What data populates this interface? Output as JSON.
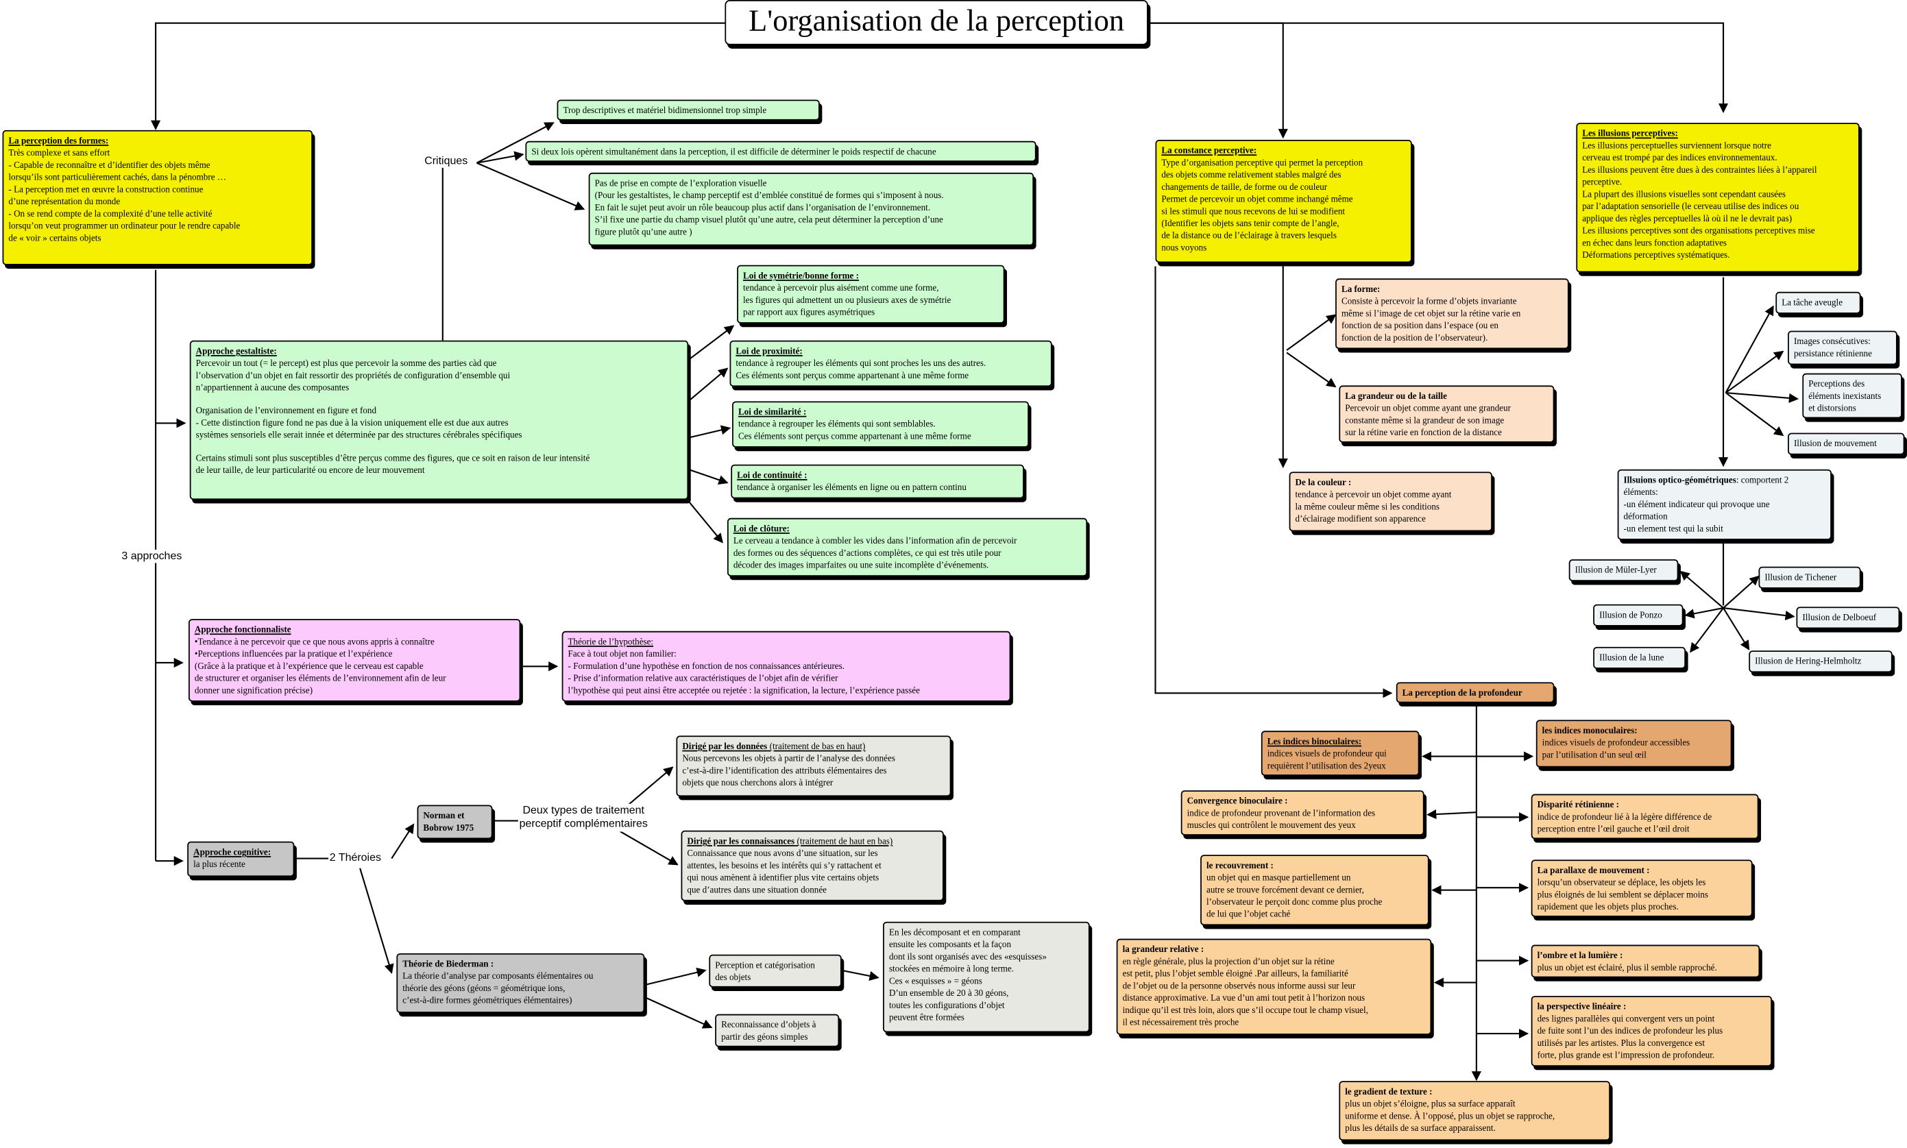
{
  "title": "L'organisation de la perception",
  "labels": {
    "trois_approches": "3 approches",
    "critiques": "Critiques",
    "deux_theories": "2 Théroies",
    "deux_types": [
      "Deux types de traitement",
      "perceptif complémentaires"
    ]
  },
  "formes": {
    "title": "La perception des formes:",
    "lines": [
      "Très complexe et sans effort",
      "-     Capable de reconnaître et d’identifier des objets même",
      "       lorsqu’ils sont particulièrement cachés, dans la pénombre …",
      "-     La perception met en œuvre la construction continue",
      "         d’une représentation du monde",
      "-     On se rend compte de la complexité d’une telle activité",
      "       lorsqu’on veut programmer un ordinateur pour le rendre capable",
      "       de « voir » certains objets"
    ]
  },
  "critiques": [
    {
      "lines": [
        "Trop descriptives et matériel bidimensionnel trop simple"
      ]
    },
    {
      "lines": [
        "Si deux lois opèrent simultanément dans la perception, il est difficile de déterminer le poids respectif de chacune"
      ]
    },
    {
      "lines": [
        " Pas de prise en compte de l’exploration visuelle",
        "(Pour les gestaltistes, le champ perceptif est d’emblée constitué de formes qui s’imposent à nous.",
        " En fait le sujet peut avoir un rôle beaucoup plus actif dans l’organisation de l’environnement.",
        " S’il fixe une partie du champ visuel plutôt qu’une autre, cela peut déterminer la perception d’une",
        " figure plutôt qu’une autre )"
      ]
    }
  ],
  "gestalt": {
    "title": "Approche gestaltiste:",
    "lines": [
      "Percevoir un tout (= le percept) est plus que percevoir la somme des parties càd que",
      "l’observation d’un objet en fait ressortir des propriétés de configuration d’ensemble qui",
      "n’appartiennent à aucune des composantes",
      "",
      "Organisation de l’environnement en figure et fond",
      "-     Cette distinction figure fond ne pas due à la vision uniquement elle est due aux autres",
      "       systèmes sensoriels elle serait innée et déterminée par des structures cérébrales spécifiques",
      "",
      "Certains stimuli sont plus susceptibles d’être perçus comme des figures, que ce soit en raison de leur intensité",
      "de leur taille, de leur particularité ou encore de leur mouvement"
    ]
  },
  "lois": [
    {
      "title": "Loi de symétrie/bonne forme :",
      "lines": [
        "tendance à percevoir plus aisément comme une forme,",
        "les figures qui admettent un ou plusieurs axes de symétrie",
        "par rapport aux figures asymétriques"
      ]
    },
    {
      "title": "Loi de proximité:",
      "lines": [
        "tendance à regrouper les éléments qui sont proches les uns des autres.",
        "Ces éléments sont perçus comme appartenant à une même forme"
      ]
    },
    {
      "title": "Loi de similarité :",
      "lines": [
        " tendance à regrouper les éléments qui sont semblables.",
        "Ces éléments sont perçus comme appartenant à une même forme"
      ]
    },
    {
      "title": "Loi de continuité :",
      "lines": [
        "tendance à organiser les éléments en ligne ou en pattern continu"
      ]
    },
    {
      "title": "Loi de clôture:",
      "lines": [
        "Le cerveau a tendance à combler les vides dans l’information afin de percevoir",
        " des formes ou des séquences d’actions complètes, ce qui est très utile pour",
        "décoder des images imparfaites ou une suite incomplète d’événements."
      ]
    }
  ],
  "fonctionnaliste": {
    "title": "Approche fonctionnaliste",
    "lines": [
      "•Tendance à ne percevoir que ce que nous avons appris à connaître",
      "•Perceptions influencées par la pratique et l’expérience",
      "  (Grâce à la pratique et à l’expérience que le cerveau est capable",
      "      de structurer et organiser les éléments de l’environnement afin de leur",
      "      donner une signification précise)"
    ]
  },
  "hypothese": {
    "title": "Théorie de l’hypothèse:",
    "lines": [
      "Face à tout objet non familier:",
      "- Formulation d’une hypothèse en fonction de nos connaissances antérieures.",
      "- Prise d’information relative aux caractéristiques de l’objet afin de vérifier",
      "    l’hypothèse qui peut ainsi être acceptée ou rejetée : la signification, la lecture, l’expérience passée"
    ]
  },
  "cognitive": {
    "title": "Approche cognitive:",
    "lines": [
      "la plus récente"
    ]
  },
  "norman": {
    "lines": [
      "Norman et",
      "Bobrow 1975"
    ]
  },
  "donnees": {
    "title": "Dirigé par les données",
    "note": "  (traitement de bas en haut)",
    "lines": [
      "Nous percevons les objets à partir de l’analyse des données",
      "c’est-à-dire l’identification des attributs élémentaires des",
      "objets que nous cherchons alors à intégrer"
    ]
  },
  "connaissances": {
    "title": "Dirigé par les connaissances",
    "note": " (traitement de haut en bas)",
    "lines": [
      "Connaissance que nous avons d’une situation, sur les",
      "attentes, les besoins et les intérêts qui s’y rattachent et",
      "qui nous amènent à identifier plus vite certains objets",
      "que d’autres dans une situation donnée"
    ]
  },
  "biederman": {
    "title": "Théorie de Biederman :",
    "lines": [
      "La théorie d’analyse par composants élémentaires ou",
      "théorie des géons (géons = géométrique ions,",
      "c’est-à-dire formes géométriques élémentaires)"
    ]
  },
  "categorisation": {
    "lines": [
      "Perception et catégorisation",
      "des objets"
    ]
  },
  "reconnaissance": {
    "lines": [
      "Reconnaissance d’objets à",
      "partir des géons simples"
    ]
  },
  "decomposant": {
    "lines": [
      "En les décomposant et en comparant",
      "ensuite les composants et la façon",
      "dont ils sont organisés avec des «esquisses»",
      "stockées en mémoire à long terme.",
      "Ces « esquisses » = géons",
      "D’un ensemble de 20 à 30 géons,",
      "toutes les configurations d’objet",
      "peuvent être formées"
    ]
  },
  "constance": {
    "title": "La constance perceptive:",
    "lines": [
      "Type d’organisation perceptive qui permet la perception",
      "des objets comme relativement stables malgré des",
      "changements de taille, de forme ou de couleur",
      "Permet de percevoir un objet comme inchangé même",
      "si les stimuli que nous recevons de lui se modifient",
      "(Identifier les objets sans tenir compte de l’angle,",
      "de la distance ou de l’éclairage à travers lesquels",
      "nous voyons"
    ]
  },
  "forme": {
    "title": "La forme:",
    "lines": [
      "Consiste à percevoir la forme d’objets invariante",
      "même si l’image de cet objet sur la rétine varie en",
      "fonction de sa position dans l’espace (ou en",
      "fonction de la position de l’observateur)."
    ]
  },
  "grandeur": {
    "title": "La grandeur ou de la taille",
    "lines": [
      "Percevoir un objet comme ayant une grandeur",
      "constante même si la grandeur de son image",
      "sur la rétine varie en fonction de la distance"
    ]
  },
  "couleur": {
    "title": "De la couleur :",
    "lines": [
      "tendance à percevoir un objet comme ayant",
      "la même couleur même si les conditions",
      "d’éclairage modifient son apparence"
    ]
  },
  "illusions": {
    "title": "Les illusions perceptives:",
    "lines": [
      "Les illusions perceptuelles surviennent lorsque notre",
      "cerveau est trompé par des indices environnementaux.",
      "Les illusions peuvent être dues à des contraintes liées à l’appareil",
      "perceptive.",
      "La plupart des illusions visuelles sont cependant causées",
      "par l’adaptation sensorielle (le cerveau utilise des indices ou",
      "applique des règles perceptuelles là où il ne le devrait pas)",
      "Les illusions perceptives sont des organisations perceptives mise",
      "en échec dans leurs fonction adaptatives",
      "Déformations perceptives systématiques."
    ]
  },
  "illusion_types": [
    {
      "lines": [
        "La tâche aveugle"
      ]
    },
    {
      "lines": [
        "Images consécutives:",
        "persistance rétinienne"
      ]
    },
    {
      "lines": [
        "Perceptions des",
        "éléments inexistants",
        "et distorsions"
      ]
    },
    {
      "lines": [
        "Illusion de mouvement"
      ]
    }
  ],
  "optico": {
    "title": "Illsuions optico-géométriques",
    "suffix": ": comportent 2",
    "lines": [
      "éléments:",
      "-un élément indicateur qui provoque une",
      "déformation",
      "-un element test qui la subit"
    ]
  },
  "optico_list": [
    "Illusion de Müler-Lyer",
    "Illusion de Ponzo",
    "Illusion de la lune",
    "Illusion de Tichener",
    "Illusion de Delboeuf",
    "Illusion de Hering-Helmholtz"
  ],
  "profondeur": {
    "title": "La perception de la profondeur"
  },
  "depth_left": [
    {
      "title": "Les indices binoculaires:",
      "lines": [
        "indices visuels de profondeur qui",
        "requièrent l’utilisation des 2yeux"
      ]
    },
    {
      "title": "Convergence binoculaire :",
      "lines": [
        "indice de profondeur provenant de l’information des",
        "muscles qui contrôlent le mouvement des yeux"
      ]
    },
    {
      "title": "le recouvrement :",
      "lines": [
        "un objet qui en masque partiellement un",
        "autre se trouve forcément devant ce dernier,",
        "l’observateur le perçoit donc comme plus proche",
        "de lui que l’objet caché"
      ]
    },
    {
      "title": "la grandeur relative :",
      "lines": [
        "en règle générale, plus la projection d’un objet sur la rétine",
        "est petit, plus l’objet semble éloigné .Par ailleurs, la familiarité",
        "de l’objet ou de la personne observés nous informe aussi sur leur",
        "distance approximative. La vue d’un ami tout petit à l’horizon nous",
        "indique qu’il est très loin, alors que s’il occupe tout le champ visuel,",
        "il est nécessairement très proche"
      ]
    }
  ],
  "depth_right": [
    {
      "title": "les indices monoculaires:",
      "lines": [
        "indices visuels de profondeur accessibles",
        "par l’utilisation d’un seul œil"
      ]
    },
    {
      "title": "Disparité rétinienne :",
      "lines": [
        "indice de profondeur lié à la légère différence de",
        "perception entre l’œil gauche et l’œil droit"
      ]
    },
    {
      "title": "La parallaxe de mouvement :",
      "lines": [
        "lorsqu’un observateur se déplace, les objets les",
        "plus éloignés de lui semblent se déplacer moins",
        "rapidement que les objets plus proches."
      ]
    },
    {
      "title": "l’ombre et la lumière :",
      "lines": [
        "plus un objet est éclairé, plus il semble rapproché."
      ]
    },
    {
      "title": "la perspective linéaire :",
      "lines": [
        "des lignes parallèles qui convergent vers un point",
        "de fuite sont l’un des indices de profondeur les plus",
        "utilisés par les artistes. Plus la convergence est",
        "forte, plus grande est l’impression de profondeur."
      ]
    }
  ],
  "gradient": {
    "title": "le gradient de texture :",
    "lines": [
      "plus un objet s’éloigne, plus sa surface apparaît",
      "uniforme et dense. À l’opposé, plus un objet se rapproche,",
      "plus les détails de sa surface apparaissent."
    ]
  }
}
